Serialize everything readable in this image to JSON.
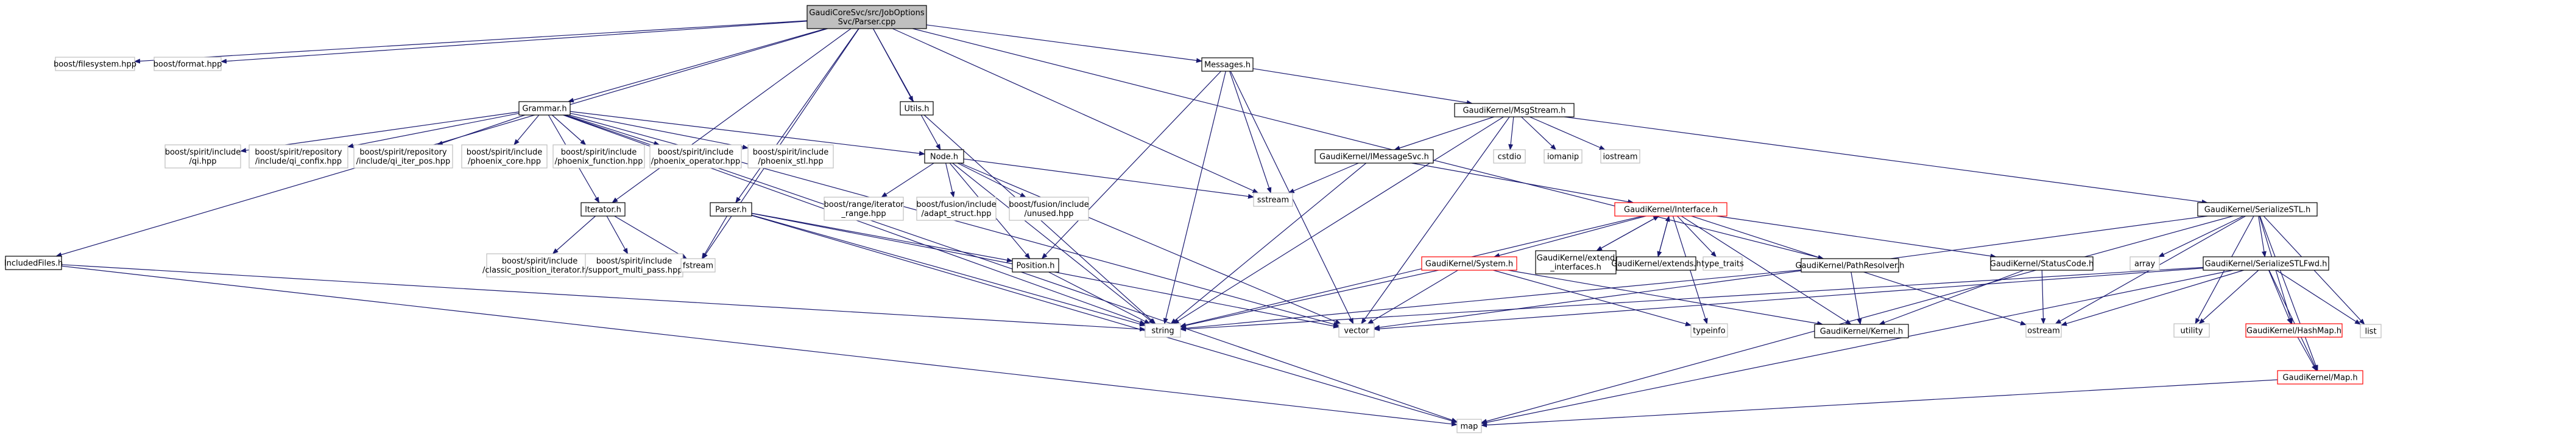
{
  "colors": {
    "edge": "#191970",
    "node_border": "#000000",
    "root_fill": "#bfbfbf",
    "node_fill": "#ffffff",
    "missing_border": "#bfbfbf",
    "truncated_border": "#ff0000"
  },
  "nodes": [
    {
      "id": "root",
      "lines": [
        "GaudiCoreSvc/src/JobOptions",
        "Svc/Parser.cpp"
      ],
      "style": "root"
    },
    {
      "id": "fs",
      "lines": [
        "boost/filesystem.hpp"
      ],
      "style": "missing"
    },
    {
      "id": "fmt",
      "lines": [
        "boost/format.hpp"
      ],
      "style": "missing"
    },
    {
      "id": "incf",
      "lines": [
        "IncludedFiles.h"
      ],
      "style": "normal"
    },
    {
      "id": "gram",
      "lines": [
        "Grammar.h"
      ],
      "style": "normal"
    },
    {
      "id": "utils",
      "lines": [
        "Utils.h"
      ],
      "style": "normal"
    },
    {
      "id": "msgs",
      "lines": [
        "Messages.h"
      ],
      "style": "normal"
    },
    {
      "id": "pr",
      "lines": [
        "GaudiKernel/PathResolver.h"
      ],
      "style": "normal"
    },
    {
      "id": "qi",
      "lines": [
        "boost/spirit/include",
        "/qi.hpp"
      ],
      "style": "missing"
    },
    {
      "id": "qicfx",
      "lines": [
        "boost/spirit/repository",
        "/include/qi_confix.hpp"
      ],
      "style": "missing"
    },
    {
      "id": "qiiter",
      "lines": [
        "boost/spirit/repository",
        "/include/qi_iter_pos.hpp"
      ],
      "style": "missing"
    },
    {
      "id": "phcore",
      "lines": [
        "boost/spirit/include",
        "/phoenix_core.hpp"
      ],
      "style": "missing"
    },
    {
      "id": "phfun",
      "lines": [
        "boost/spirit/include",
        "/phoenix_function.hpp"
      ],
      "style": "missing"
    },
    {
      "id": "phop",
      "lines": [
        "boost/spirit/include",
        "/phoenix_operator.hpp"
      ],
      "style": "missing"
    },
    {
      "id": "phstl",
      "lines": [
        "boost/spirit/include",
        "/phoenix_stl.hpp"
      ],
      "style": "missing"
    },
    {
      "id": "node",
      "lines": [
        "Node.h"
      ],
      "style": "normal"
    },
    {
      "id": "iter",
      "lines": [
        "Iterator.h"
      ],
      "style": "normal"
    },
    {
      "id": "parser",
      "lines": [
        "Parser.h"
      ],
      "style": "normal"
    },
    {
      "id": "brange",
      "lines": [
        "boost/range/iterator",
        "_range.hpp"
      ],
      "style": "missing"
    },
    {
      "id": "adapt",
      "lines": [
        "boost/fusion/include",
        "/adapt_struct.hpp"
      ],
      "style": "missing"
    },
    {
      "id": "unused",
      "lines": [
        "boost/fusion/include",
        "/unused.hpp"
      ],
      "style": "missing"
    },
    {
      "id": "cpi",
      "lines": [
        "boost/spirit/include",
        "/classic_position_iterator.hpp"
      ],
      "style": "missing"
    },
    {
      "id": "mpass",
      "lines": [
        "boost/spirit/include",
        "/support_multi_pass.hpp"
      ],
      "style": "missing"
    },
    {
      "id": "fstream",
      "lines": [
        "fstream"
      ],
      "style": "missing"
    },
    {
      "id": "pos",
      "lines": [
        "Position.h"
      ],
      "style": "normal"
    },
    {
      "id": "sstream",
      "lines": [
        "sstream"
      ],
      "style": "missing"
    },
    {
      "id": "msgstream",
      "lines": [
        "GaudiKernel/MsgStream.h"
      ],
      "style": "normal"
    },
    {
      "id": "imsgsvc",
      "lines": [
        "GaudiKernel/IMessageSvc.h"
      ],
      "style": "normal"
    },
    {
      "id": "cstdio",
      "lines": [
        "cstdio"
      ],
      "style": "missing"
    },
    {
      "id": "iomanip",
      "lines": [
        "iomanip"
      ],
      "style": "missing"
    },
    {
      "id": "iostream",
      "lines": [
        "iostream"
      ],
      "style": "missing"
    },
    {
      "id": "iface",
      "lines": [
        "GaudiKernel/Interface.h"
      ],
      "style": "truncated"
    },
    {
      "id": "sstl",
      "lines": [
        "GaudiKernel/SerializeSTL.h"
      ],
      "style": "normal"
    },
    {
      "id": "sys",
      "lines": [
        "GaudiKernel/System.h"
      ],
      "style": "truncated"
    },
    {
      "id": "extif",
      "lines": [
        "GaudiKernel/extend",
        "_interfaces.h"
      ],
      "style": "normal"
    },
    {
      "id": "extends",
      "lines": [
        "GaudiKernel/extends.h"
      ],
      "style": "normal"
    },
    {
      "id": "ttraits",
      "lines": [
        "type_traits"
      ],
      "style": "missing"
    },
    {
      "id": "sc",
      "lines": [
        "GaudiKernel/StatusCode.h"
      ],
      "style": "normal"
    },
    {
      "id": "array",
      "lines": [
        "array"
      ],
      "style": "missing"
    },
    {
      "id": "sstlfwd",
      "lines": [
        "GaudiKernel/SerializeSTLFwd.h"
      ],
      "style": "normal"
    },
    {
      "id": "string",
      "lines": [
        "string"
      ],
      "style": "missing"
    },
    {
      "id": "vector",
      "lines": [
        "vector"
      ],
      "style": "missing"
    },
    {
      "id": "typeinfo",
      "lines": [
        "typeinfo"
      ],
      "style": "missing"
    },
    {
      "id": "kernel",
      "lines": [
        "GaudiKernel/Kernel.h"
      ],
      "style": "normal"
    },
    {
      "id": "ostream",
      "lines": [
        "ostream"
      ],
      "style": "missing"
    },
    {
      "id": "utility",
      "lines": [
        "utility"
      ],
      "style": "missing"
    },
    {
      "id": "hashmap",
      "lines": [
        "GaudiKernel/HashMap.h"
      ],
      "style": "truncated"
    },
    {
      "id": "list",
      "lines": [
        "list"
      ],
      "style": "missing"
    },
    {
      "id": "gmap",
      "lines": [
        "GaudiKernel/Map.h"
      ],
      "style": "truncated"
    },
    {
      "id": "map",
      "lines": [
        "map"
      ],
      "style": "missing"
    }
  ],
  "edges": [
    [
      "root",
      "fs"
    ],
    [
      "root",
      "fmt"
    ],
    [
      "root",
      "incf"
    ],
    [
      "root",
      "gram"
    ],
    [
      "root",
      "utils"
    ],
    [
      "root",
      "msgs"
    ],
    [
      "root",
      "pr"
    ],
    [
      "root",
      "node"
    ],
    [
      "root",
      "iter"
    ],
    [
      "root",
      "parser"
    ],
    [
      "root",
      "fstream"
    ],
    [
      "root",
      "sstream"
    ],
    [
      "incf",
      "string"
    ],
    [
      "incf",
      "map"
    ],
    [
      "gram",
      "qi"
    ],
    [
      "gram",
      "qicfx"
    ],
    [
      "gram",
      "qiiter"
    ],
    [
      "gram",
      "phcore"
    ],
    [
      "gram",
      "phfun"
    ],
    [
      "gram",
      "phop"
    ],
    [
      "gram",
      "phstl"
    ],
    [
      "gram",
      "node"
    ],
    [
      "gram",
      "iter"
    ],
    [
      "gram",
      "string"
    ],
    [
      "gram",
      "vector"
    ],
    [
      "gram",
      "map"
    ],
    [
      "utils",
      "string"
    ],
    [
      "msgs",
      "string"
    ],
    [
      "msgs",
      "sstream"
    ],
    [
      "msgs",
      "vector"
    ],
    [
      "msgs",
      "pos"
    ],
    [
      "msgs",
      "msgstream"
    ],
    [
      "node",
      "brange"
    ],
    [
      "node",
      "adapt"
    ],
    [
      "node",
      "unused"
    ],
    [
      "node",
      "pos"
    ],
    [
      "node",
      "string"
    ],
    [
      "node",
      "vector"
    ],
    [
      "node",
      "sstream"
    ],
    [
      "iter",
      "cpi"
    ],
    [
      "iter",
      "mpass"
    ],
    [
      "iter",
      "fstream"
    ],
    [
      "parser",
      "string"
    ],
    [
      "parser",
      "vector"
    ],
    [
      "parser",
      "map"
    ],
    [
      "parser",
      "pos"
    ],
    [
      "parser",
      "fstream"
    ],
    [
      "pos",
      "string"
    ],
    [
      "msgstream",
      "imsgsvc"
    ],
    [
      "msgstream",
      "cstdio"
    ],
    [
      "msgstream",
      "iomanip"
    ],
    [
      "msgstream",
      "iostream"
    ],
    [
      "msgstream",
      "sstl"
    ],
    [
      "msgstream",
      "string"
    ],
    [
      "msgstream",
      "vector"
    ],
    [
      "imsgsvc",
      "iface"
    ],
    [
      "imsgsvc",
      "string"
    ],
    [
      "imsgsvc",
      "sstream"
    ],
    [
      "iface",
      "sys"
    ],
    [
      "iface",
      "extif"
    ],
    [
      "iface",
      "extends"
    ],
    [
      "iface",
      "ttraits"
    ],
    [
      "iface",
      "sc"
    ],
    [
      "iface",
      "typeinfo"
    ],
    [
      "iface",
      "kernel"
    ],
    [
      "iface",
      "string"
    ],
    [
      "iface",
      "ostream"
    ],
    [
      "extif",
      "iface"
    ],
    [
      "extends",
      "iface"
    ],
    [
      "sys",
      "string"
    ],
    [
      "sys",
      "vector"
    ],
    [
      "sys",
      "typeinfo"
    ],
    [
      "sys",
      "kernel"
    ],
    [
      "sc",
      "kernel"
    ],
    [
      "sc",
      "ostream"
    ],
    [
      "pr",
      "kernel"
    ],
    [
      "pr",
      "string"
    ],
    [
      "sstl",
      "array"
    ],
    [
      "sstl",
      "sstlfwd"
    ],
    [
      "sstl",
      "ostream"
    ],
    [
      "sstl",
      "utility"
    ],
    [
      "sstl",
      "list"
    ],
    [
      "sstl",
      "hashmap"
    ],
    [
      "sstl",
      "gmap"
    ],
    [
      "sstl",
      "vector"
    ],
    [
      "sstl",
      "map"
    ],
    [
      "sstlfwd",
      "ostream"
    ],
    [
      "sstlfwd",
      "utility"
    ],
    [
      "sstlfwd",
      "list"
    ],
    [
      "sstlfwd",
      "hashmap"
    ],
    [
      "sstlfwd",
      "gmap"
    ],
    [
      "sstlfwd",
      "vector"
    ],
    [
      "sstlfwd",
      "map"
    ],
    [
      "sstlfwd",
      "string"
    ],
    [
      "hashmap",
      "gmap"
    ],
    [
      "gmap",
      "map"
    ]
  ]
}
